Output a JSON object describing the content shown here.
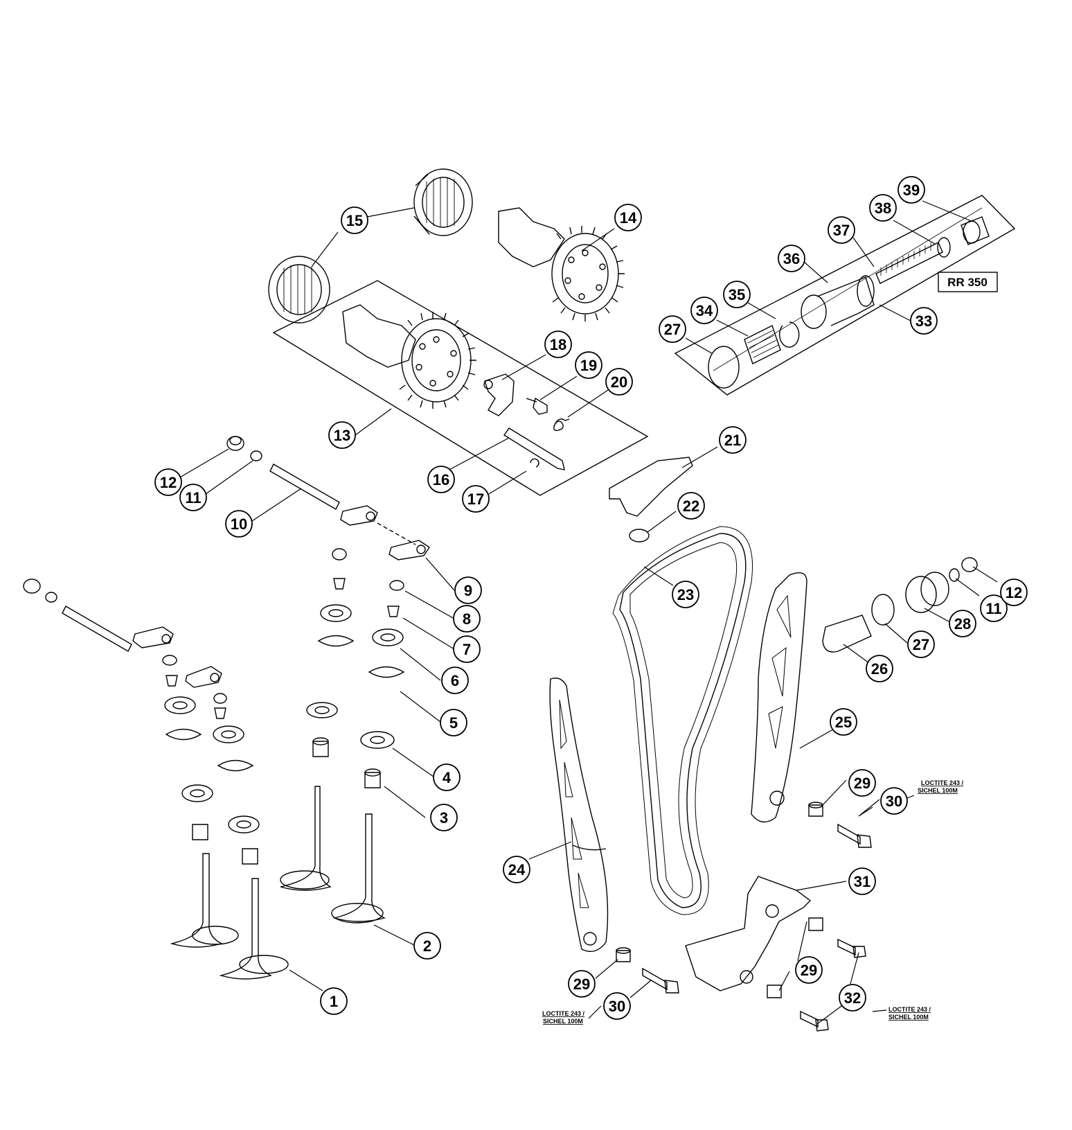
{
  "variant_label": "RR 350",
  "notes": {
    "loctite_line1": "LOCTITE 243 /",
    "loctite_line2": "SICHEL 100M"
  },
  "callouts": [
    "1",
    "2",
    "3",
    "4",
    "5",
    "6",
    "7",
    "8",
    "9",
    "10",
    "11",
    "12",
    "13",
    "14",
    "15",
    "16",
    "17",
    "18",
    "19",
    "20",
    "21",
    "22",
    "23",
    "24",
    "25",
    "26",
    "27",
    "28",
    "29",
    "30",
    "31",
    "32",
    "33",
    "34",
    "35",
    "36",
    "37",
    "38",
    "39"
  ]
}
